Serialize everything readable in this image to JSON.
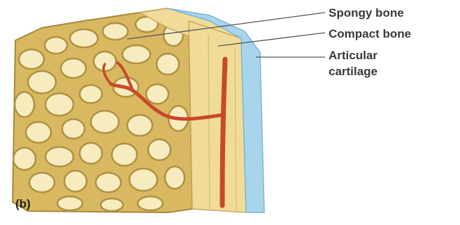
{
  "labels": {
    "spongy_bone": "Spongy bone",
    "compact_bone": "Compact bone",
    "articular_cartilage_line1": "Articular",
    "articular_cartilage_line2": "cartilage"
  },
  "panel_label": "(b)",
  "colors": {
    "spongy_bone": "#e8d078",
    "spongy_dark": "#b89840",
    "spaces": "#f8f0cc",
    "compact_bone": "#f0dc98",
    "cartilage": "#a8d4ec",
    "blood_vessel": "#c84828",
    "leader_line": "#555555"
  }
}
